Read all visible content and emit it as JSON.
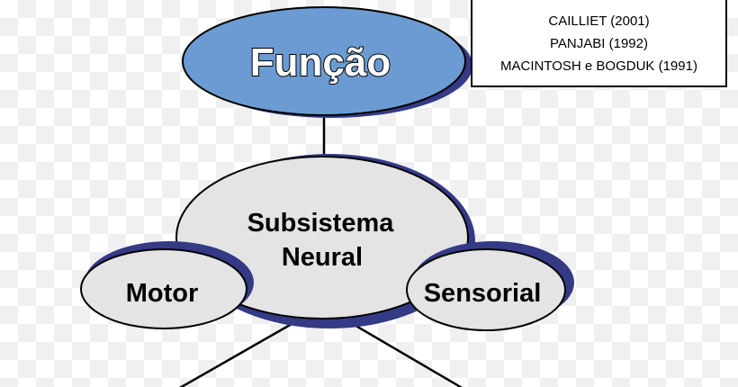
{
  "nodes": {
    "funcao": {
      "label": "Função"
    },
    "subsistema": {
      "line1": "Subsistema",
      "line2": "Neural"
    },
    "motor": {
      "label": "Motor"
    },
    "sensorial": {
      "label": "Sensorial"
    }
  },
  "references": [
    "CAILLIET (2001)",
    "PANJABI (1992)",
    "MACINTOSH e BOGDUK (1991)"
  ],
  "colors": {
    "funcao_fill": "#6b9bd2",
    "node_fill": "#e4e4e4",
    "shadow": "#343a86",
    "outline": "#000000"
  }
}
